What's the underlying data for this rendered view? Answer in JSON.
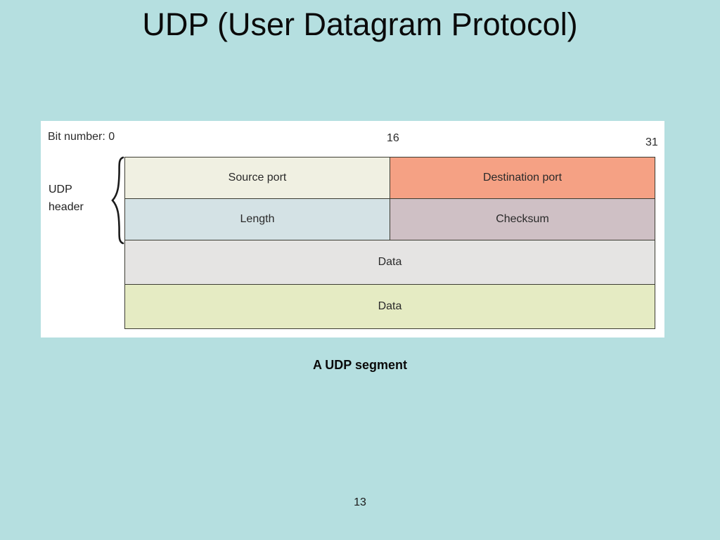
{
  "slide": {
    "title": "UDP (User Datagram Protocol)",
    "page_number": "13",
    "background_color": "#b5dfe0"
  },
  "figure": {
    "caption": "A UDP segment",
    "panel_color": "#ffffff",
    "bit_ruler": {
      "prefix_label": "Bit number: 0",
      "mid_label": "16",
      "end_label": "31"
    },
    "header_bracket": {
      "line1": "UDP",
      "line2": "header"
    },
    "rows": [
      {
        "kind": "header",
        "cells": [
          {
            "label": "Source port",
            "color": "#f0f0e2",
            "span": 1
          },
          {
            "label": "Destination port",
            "color": "#f5a184",
            "span": 1
          }
        ]
      },
      {
        "kind": "header",
        "cells": [
          {
            "label": "Length",
            "color": "#d4e2e5",
            "span": 1
          },
          {
            "label": "Checksum",
            "color": "#cfc0c5",
            "span": 1
          }
        ]
      },
      {
        "kind": "payload",
        "cells": [
          {
            "label": "Data",
            "color": "#e5e4e3",
            "span": 2
          }
        ]
      },
      {
        "kind": "payload",
        "cells": [
          {
            "label": "Data",
            "color": "#e5ebc3",
            "span": 2
          }
        ]
      }
    ]
  }
}
